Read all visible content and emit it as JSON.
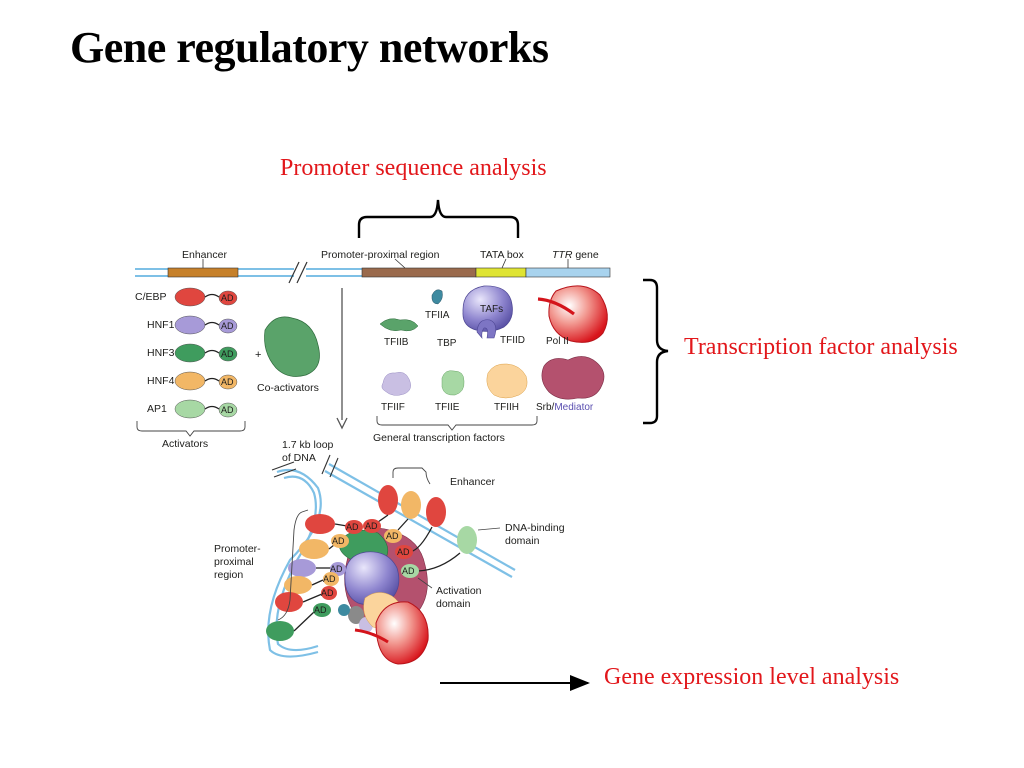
{
  "slide": {
    "title": "Gene regulatory networks",
    "annotations": {
      "promoter_label": "Promoter sequence analysis",
      "transcription_label": "Transcription factor analysis",
      "expression_label": "Gene expression level analysis"
    },
    "accent_color": "#e2171b"
  },
  "figure": {
    "gene_map": {
      "enhancer": "Enhancer",
      "promoter_proximal": "Promoter-proximal region",
      "tata_box": "TATA box",
      "gene_name": "TTR",
      "gene_suffix": " gene"
    },
    "activators": {
      "items": [
        "C/EBP",
        "HNF1",
        "HNF3",
        "HNF4",
        "AP1"
      ],
      "domain_tag": "AD",
      "group_label": "Activators",
      "plus": "+"
    },
    "coactivators": "Co-activators",
    "gtfs": {
      "tfiia": "TFIIA",
      "tafs": "TAFs",
      "tfiib": "TFIIB",
      "tbp": "TBP",
      "tfiid": "TFIID",
      "pol2": "Pol II",
      "tfiif": "TFIIF",
      "tfiie": "TFIIE",
      "tfiih": "TFIIH",
      "srb_prefix": "Srb/",
      "srb_suffix": "Mediator",
      "group_label": "General transcription factors"
    },
    "loop": {
      "line1": "1.7 kb loop",
      "line2": "of DNA"
    },
    "complex": {
      "enhancer": "Enhancer",
      "promoter_line1": "Promoter-",
      "promoter_line2": "proximal",
      "promoter_line3": "region",
      "dbd_line1": "DNA-binding",
      "dbd_line2": "domain",
      "act_line1": "Activation",
      "act_line2": "domain"
    }
  }
}
